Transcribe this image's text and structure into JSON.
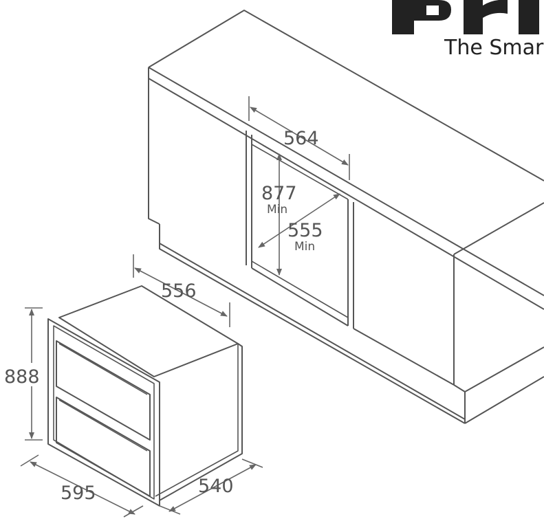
{
  "brand": {
    "tagline": "The Smar",
    "logo_icon": "brand-logo-mark",
    "logo_color": "#222222"
  },
  "colors": {
    "line": "#555555",
    "dimension": "#666666",
    "text": "#555555"
  },
  "cabinet": {
    "opening_width": {
      "value": "564"
    },
    "opening_height": {
      "value": "877",
      "qualifier": "Min"
    },
    "opening_depth": {
      "value": "555",
      "qualifier": "Min"
    }
  },
  "appliance": {
    "depth_top": {
      "value": "556"
    },
    "height": {
      "value": "888"
    },
    "width": {
      "value": "595"
    },
    "depth": {
      "value": "540"
    }
  }
}
